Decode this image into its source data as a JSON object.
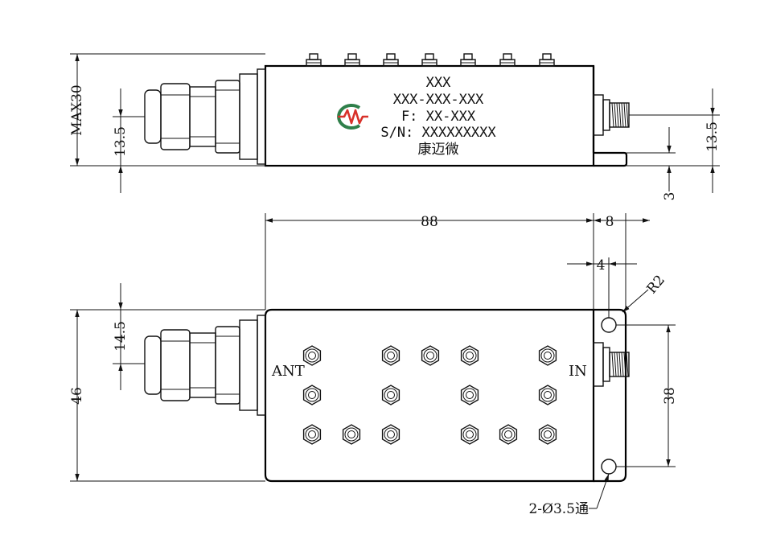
{
  "label_plate": {
    "line1": "XXX",
    "line2": "XXX-XXX-XXX",
    "line3": "F: XX-XXX",
    "line4": "S/N: XXXXXXXXX",
    "line5": "康迈微"
  },
  "port_labels": {
    "ant": "ANT",
    "in": "IN"
  },
  "dimensions": {
    "max_height": "MAX30",
    "left_connector_height_top": "13.5",
    "right_connector_height": "13.5",
    "base_step": "3",
    "body_length": "88",
    "flange_width": "8",
    "hole_offset": "4",
    "corner_radius": "R2",
    "total_width": "46",
    "left_connector_offset": "14.5",
    "hole_spacing": "38",
    "mount_holes": "2-Ø3.5通"
  },
  "colors": {
    "logo_red": "#d8322b",
    "logo_green": "#2f7f4a",
    "line": "#000000"
  }
}
